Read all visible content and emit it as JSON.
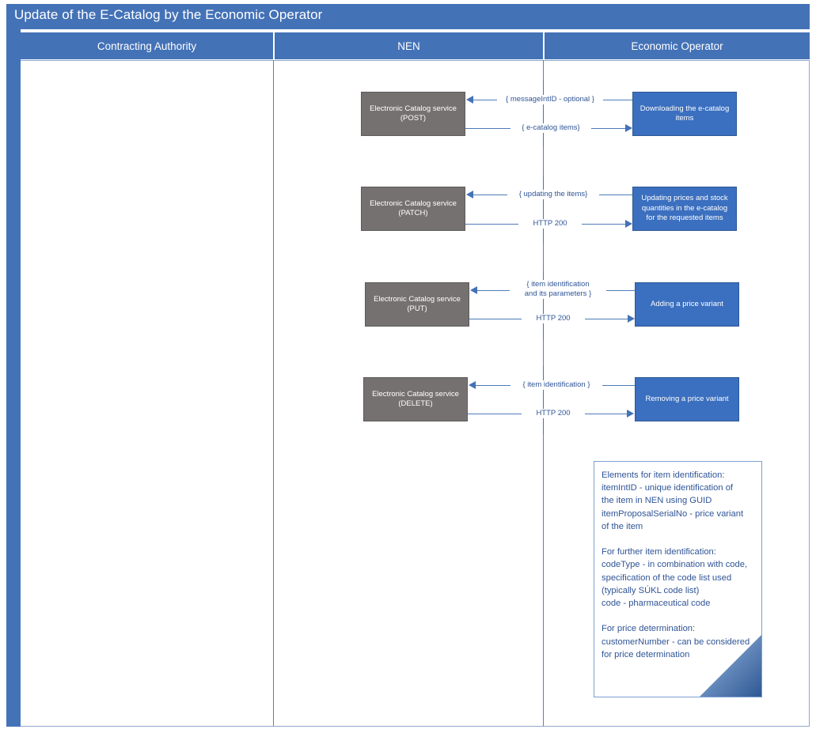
{
  "title": "Update of the E-Catalog by the Economic Operator",
  "lanes": [
    {
      "label": "Contracting Authority"
    },
    {
      "label": "NEN"
    },
    {
      "label": "Economic Operator"
    }
  ],
  "colors": {
    "header_blue": "#4472B7",
    "service_gray": "#767171",
    "action_blue": "#3B6FBF",
    "connector_blue": "#4E7CB8",
    "note_text": "#2F5496"
  },
  "flows": [
    {
      "service_line1": "Electronic Catalog service",
      "service_line2": "(POST)",
      "action_line1": "Downloading the e-catalog",
      "action_line2": "items",
      "request_label": "{ messageIntID - optional }",
      "response_label": "{  e-catalog items}"
    },
    {
      "service_line1": "Electronic Catalog service",
      "service_line2": "(PATCH)",
      "action_line1": "Updating prices and stock",
      "action_line2": "quantities in the e-catalog",
      "action_line3": "for the requested items",
      "request_label": "{ updating the items}",
      "response_label": "HTTP 200"
    },
    {
      "service_line1": "Electronic Catalog service",
      "service_line2": "(PUT)",
      "action_line1": "Adding a price variant",
      "request_label_line1": "{ item identification",
      "request_label_line2": "and its parameters }",
      "response_label": "HTTP 200"
    },
    {
      "service_line1": "Electronic Catalog service",
      "service_line2": "(DELETE)",
      "action_line1": "Removing a price variant",
      "request_label": "{ item identification }",
      "response_label": "HTTP 200"
    }
  ],
  "note": {
    "text": "Elements for item identification:\nitemIntID - unique identification of\nthe item in NEN using GUID\nitemProposalSerialNo - price variant\nof the item\n\nFor further item identification:\ncodeType - in combination with code,\nspecification of the code list used\n(typically SÚKL code list)\ncode - pharmaceutical code\n\nFor price determination:\ncustomerNumber - can be considered\nfor price determination"
  }
}
